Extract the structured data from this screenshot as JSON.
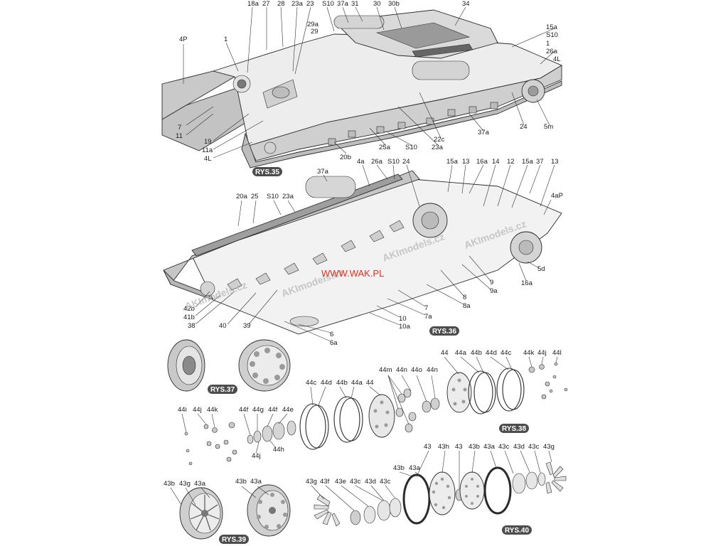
{
  "figures": [
    {
      "id": "rys35",
      "badge": "RYS.35",
      "labels": [
        "4P",
        "1",
        "18a",
        "27",
        "28",
        "23a",
        "23",
        "S10",
        "37a",
        "31",
        "30",
        "30b",
        "34",
        "29a",
        "29",
        "15a",
        "S10",
        "1",
        "26a",
        "4L",
        "7",
        "11",
        "19",
        "11a",
        "4L",
        "20b",
        "25a",
        "S10",
        "23a",
        "22c",
        "37a",
        "24",
        "5m"
      ]
    },
    {
      "id": "rys36",
      "badge": "RYS.36",
      "labels": [
        "37a",
        "4a",
        "26a",
        "S10",
        "24",
        "15a",
        "13",
        "16a",
        "14",
        "12",
        "15a",
        "37",
        "13",
        "20a",
        "25",
        "S10",
        "23a",
        "4aP",
        "5d",
        "16a",
        "9",
        "9a",
        "8",
        "8a",
        "7",
        "7a",
        "10",
        "10a",
        "6",
        "6a",
        "42b",
        "41b",
        "38",
        "40",
        "39"
      ]
    },
    {
      "id": "rys37",
      "badge": "RYS.37",
      "labels": []
    },
    {
      "id": "rys38",
      "badge": "RYS.38",
      "labels": [
        "44c",
        "44d",
        "44b",
        "44a",
        "44",
        "44m",
        "44n",
        "44o",
        "44n",
        "44",
        "44a",
        "44b",
        "44d",
        "44c",
        "44k",
        "44j",
        "44l",
        "44i",
        "44j",
        "44k",
        "44f",
        "44g",
        "44f",
        "44e",
        "44j",
        "44h"
      ]
    },
    {
      "id": "rys39",
      "badge": "RYS.39",
      "labels": [
        "43b",
        "43g",
        "43a",
        "43b",
        "43a"
      ]
    },
    {
      "id": "rys40",
      "badge": "RYS.40",
      "labels": [
        "43",
        "43h",
        "43",
        "43b",
        "43a",
        "43c",
        "43d",
        "43c",
        "43g",
        "43g",
        "43f",
        "43e",
        "43c",
        "43d",
        "43c",
        "43b",
        "43a"
      ]
    }
  ],
  "watermarks": {
    "brand": [
      "AKImodels.cz",
      "AKImodels.cz",
      "AKImodels.cz",
      "AKImodels.cz"
    ],
    "site": "WWW.WAK.PL"
  },
  "colors": {
    "hull_top": "#ececec",
    "hull_side": "#c6c6c6",
    "hull_dark": "#a8a8a8",
    "track_guard": "#d9d9d9",
    "badge": "#4d4d4d",
    "site_text": "#e03020"
  }
}
